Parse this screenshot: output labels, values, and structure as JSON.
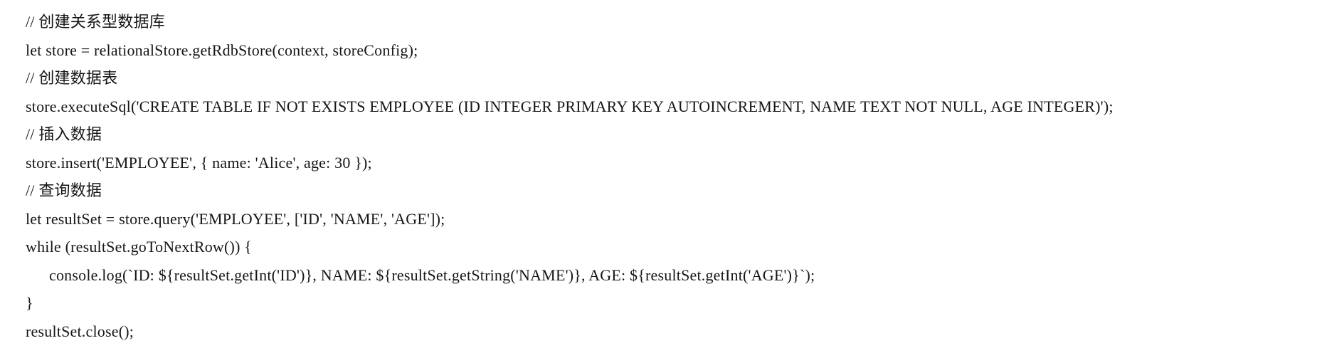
{
  "page": {
    "background_color": "#ffffff",
    "text_color": "#161616",
    "description": "code-listing"
  },
  "code_block": {
    "lines": [
      {
        "indent": 0,
        "kind": "comment",
        "text": "// 创建关系型数据库"
      },
      {
        "indent": 0,
        "kind": "code",
        "text": "let store = relationalStore.getRdbStore(context, storeConfig);"
      },
      {
        "indent": 0,
        "kind": "comment",
        "text": "// 创建数据表"
      },
      {
        "indent": 0,
        "kind": "code",
        "text": "store.executeSql('CREATE TABLE IF NOT EXISTS EMPLOYEE (ID INTEGER PRIMARY KEY AUTOINCREMENT, NAME TEXT NOT NULL, AGE INTEGER)');"
      },
      {
        "indent": 0,
        "kind": "comment",
        "text": "// 插入数据"
      },
      {
        "indent": 0,
        "kind": "code",
        "text": "store.insert('EMPLOYEE', { name: 'Alice', age: 30 });"
      },
      {
        "indent": 0,
        "kind": "comment",
        "text": "// 查询数据"
      },
      {
        "indent": 0,
        "kind": "code",
        "text": "let resultSet = store.query('EMPLOYEE', ['ID', 'NAME', 'AGE']);"
      },
      {
        "indent": 0,
        "kind": "code",
        "text": "while (resultSet.goToNextRow()) {"
      },
      {
        "indent": 1,
        "kind": "code",
        "text": "console.log(`ID: ${resultSet.getInt('ID')}, NAME: ${resultSet.getString('NAME')}, AGE: ${resultSet.getInt('AGE')}`);"
      },
      {
        "indent": 0,
        "kind": "code",
        "text": "}"
      },
      {
        "indent": 0,
        "kind": "code",
        "text": "resultSet.close();"
      }
    ]
  }
}
